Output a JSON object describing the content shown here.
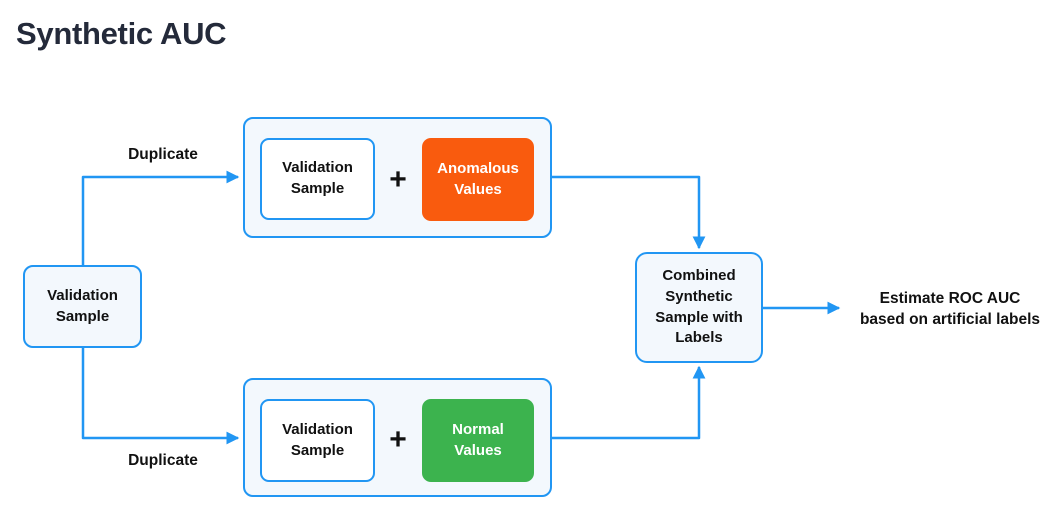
{
  "title": "Synthetic AUC",
  "colors": {
    "accent": "#2196F3",
    "node_fill": "#F3F8FD",
    "anomalous": "#F95B0E",
    "normal": "#3CB34E",
    "text": "#111111",
    "title_text": "#242A3A"
  },
  "nodes": {
    "source": "Validation\nSample",
    "group_top": {
      "validation": "Validation\nSample",
      "plus": "+",
      "anomalous": "Anomalous\nValues"
    },
    "group_bottom": {
      "validation": "Validation\nSample",
      "plus": "+",
      "normal": "Normal\nValues"
    },
    "combined": "Combined\nSynthetic\nSample with\nLabels",
    "output": "Estimate ROC AUC\nbased on artificial labels"
  },
  "edge_labels": {
    "duplicate_top": "Duplicate",
    "duplicate_bottom": "Duplicate"
  }
}
